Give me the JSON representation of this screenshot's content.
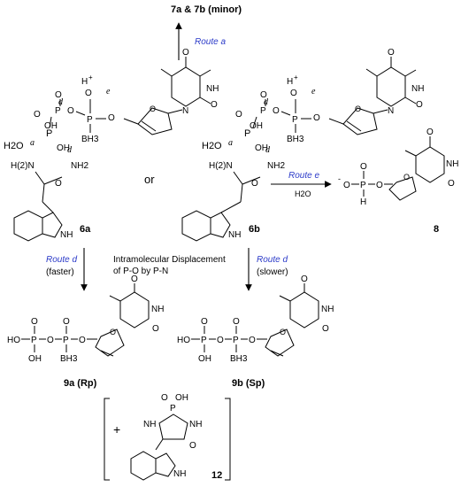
{
  "products_top": "7a & 7b (minor)",
  "route_a": "Route a",
  "route_e": "Route e",
  "route_d_left": "Route d",
  "route_d_right": "Route d",
  "faster": "(faster)",
  "slower": "(slower)",
  "water": "H2O",
  "or_text": "or",
  "mechanism_line1": "Intramolecular Displacement",
  "mechanism_line2": "of P-O by P-N",
  "compound_6a": "6a",
  "compound_6b": "6b",
  "compound_8": "8",
  "compound_9a": "9a (Rp)",
  "compound_9b": "9b (Sp)",
  "compound_12": "12",
  "plus": "+",
  "atoms": {
    "O": "O",
    "OH": "OH",
    "HO": "HO",
    "P": "P",
    "BH3": "BH3",
    "NH": "NH",
    "NH2": "NH2",
    "N": "N",
    "H": "H",
    "H2O": "H2O",
    "H2N": "H(2)N",
    "minus": "-",
    "plus_charge": "+"
  }
}
